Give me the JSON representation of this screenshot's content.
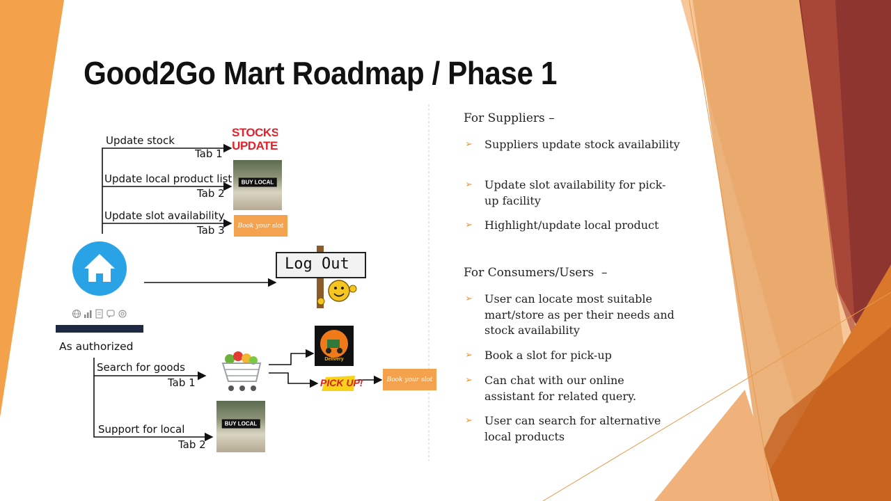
{
  "slide": {
    "title": "Good2Go Mart Roadmap / Phase 1"
  },
  "flow": {
    "suppliers": {
      "branch1_label": "Update stock",
      "branch1_tab": "Tab 1",
      "branch2_label": "Update local product list",
      "branch2_tab": "Tab 2",
      "branch3_label": "Update slot availability",
      "branch3_tab": "Tab 3"
    },
    "stocks_update_image": "STOCKS UPDATE",
    "buy_local_text": "BUY LOCAL",
    "book_slot_text": "Book your slot",
    "logout_text": "Log Out",
    "pickup_text": "PICK UP!",
    "delivery_text": "Delivery",
    "authorized_label": "As authorized",
    "consumers": {
      "branch1_label": "Search for goods",
      "branch1_tab": "Tab 1",
      "branch2_label": "Support for local",
      "branch2_tab": "Tab 2"
    },
    "icons": [
      "home-icon",
      "globe-icon",
      "chart-icon",
      "document-icon",
      "chat-icon",
      "support-icon",
      "cart-icon",
      "smiley-icon"
    ]
  },
  "suppliers_panel": {
    "heading": "For Suppliers –",
    "bullets": [
      "Suppliers update stock availability",
      "Update slot availability for pick-up facility",
      "Highlight/update local product"
    ]
  },
  "consumers_panel": {
    "heading": "For Consumers/Users  –",
    "bullets": [
      "User can locate most suitable mart/store as per their needs and stock availability",
      "Book a slot for pick-up",
      "Can chat with our online assistant for related query.",
      "User can search for alternative local products"
    ]
  },
  "colors": {
    "accent_orange": "#f4a24d",
    "dark_red": "#8a2a2a",
    "bullet_arrow": "#e8963a",
    "home_blue": "#2aa3e6"
  }
}
